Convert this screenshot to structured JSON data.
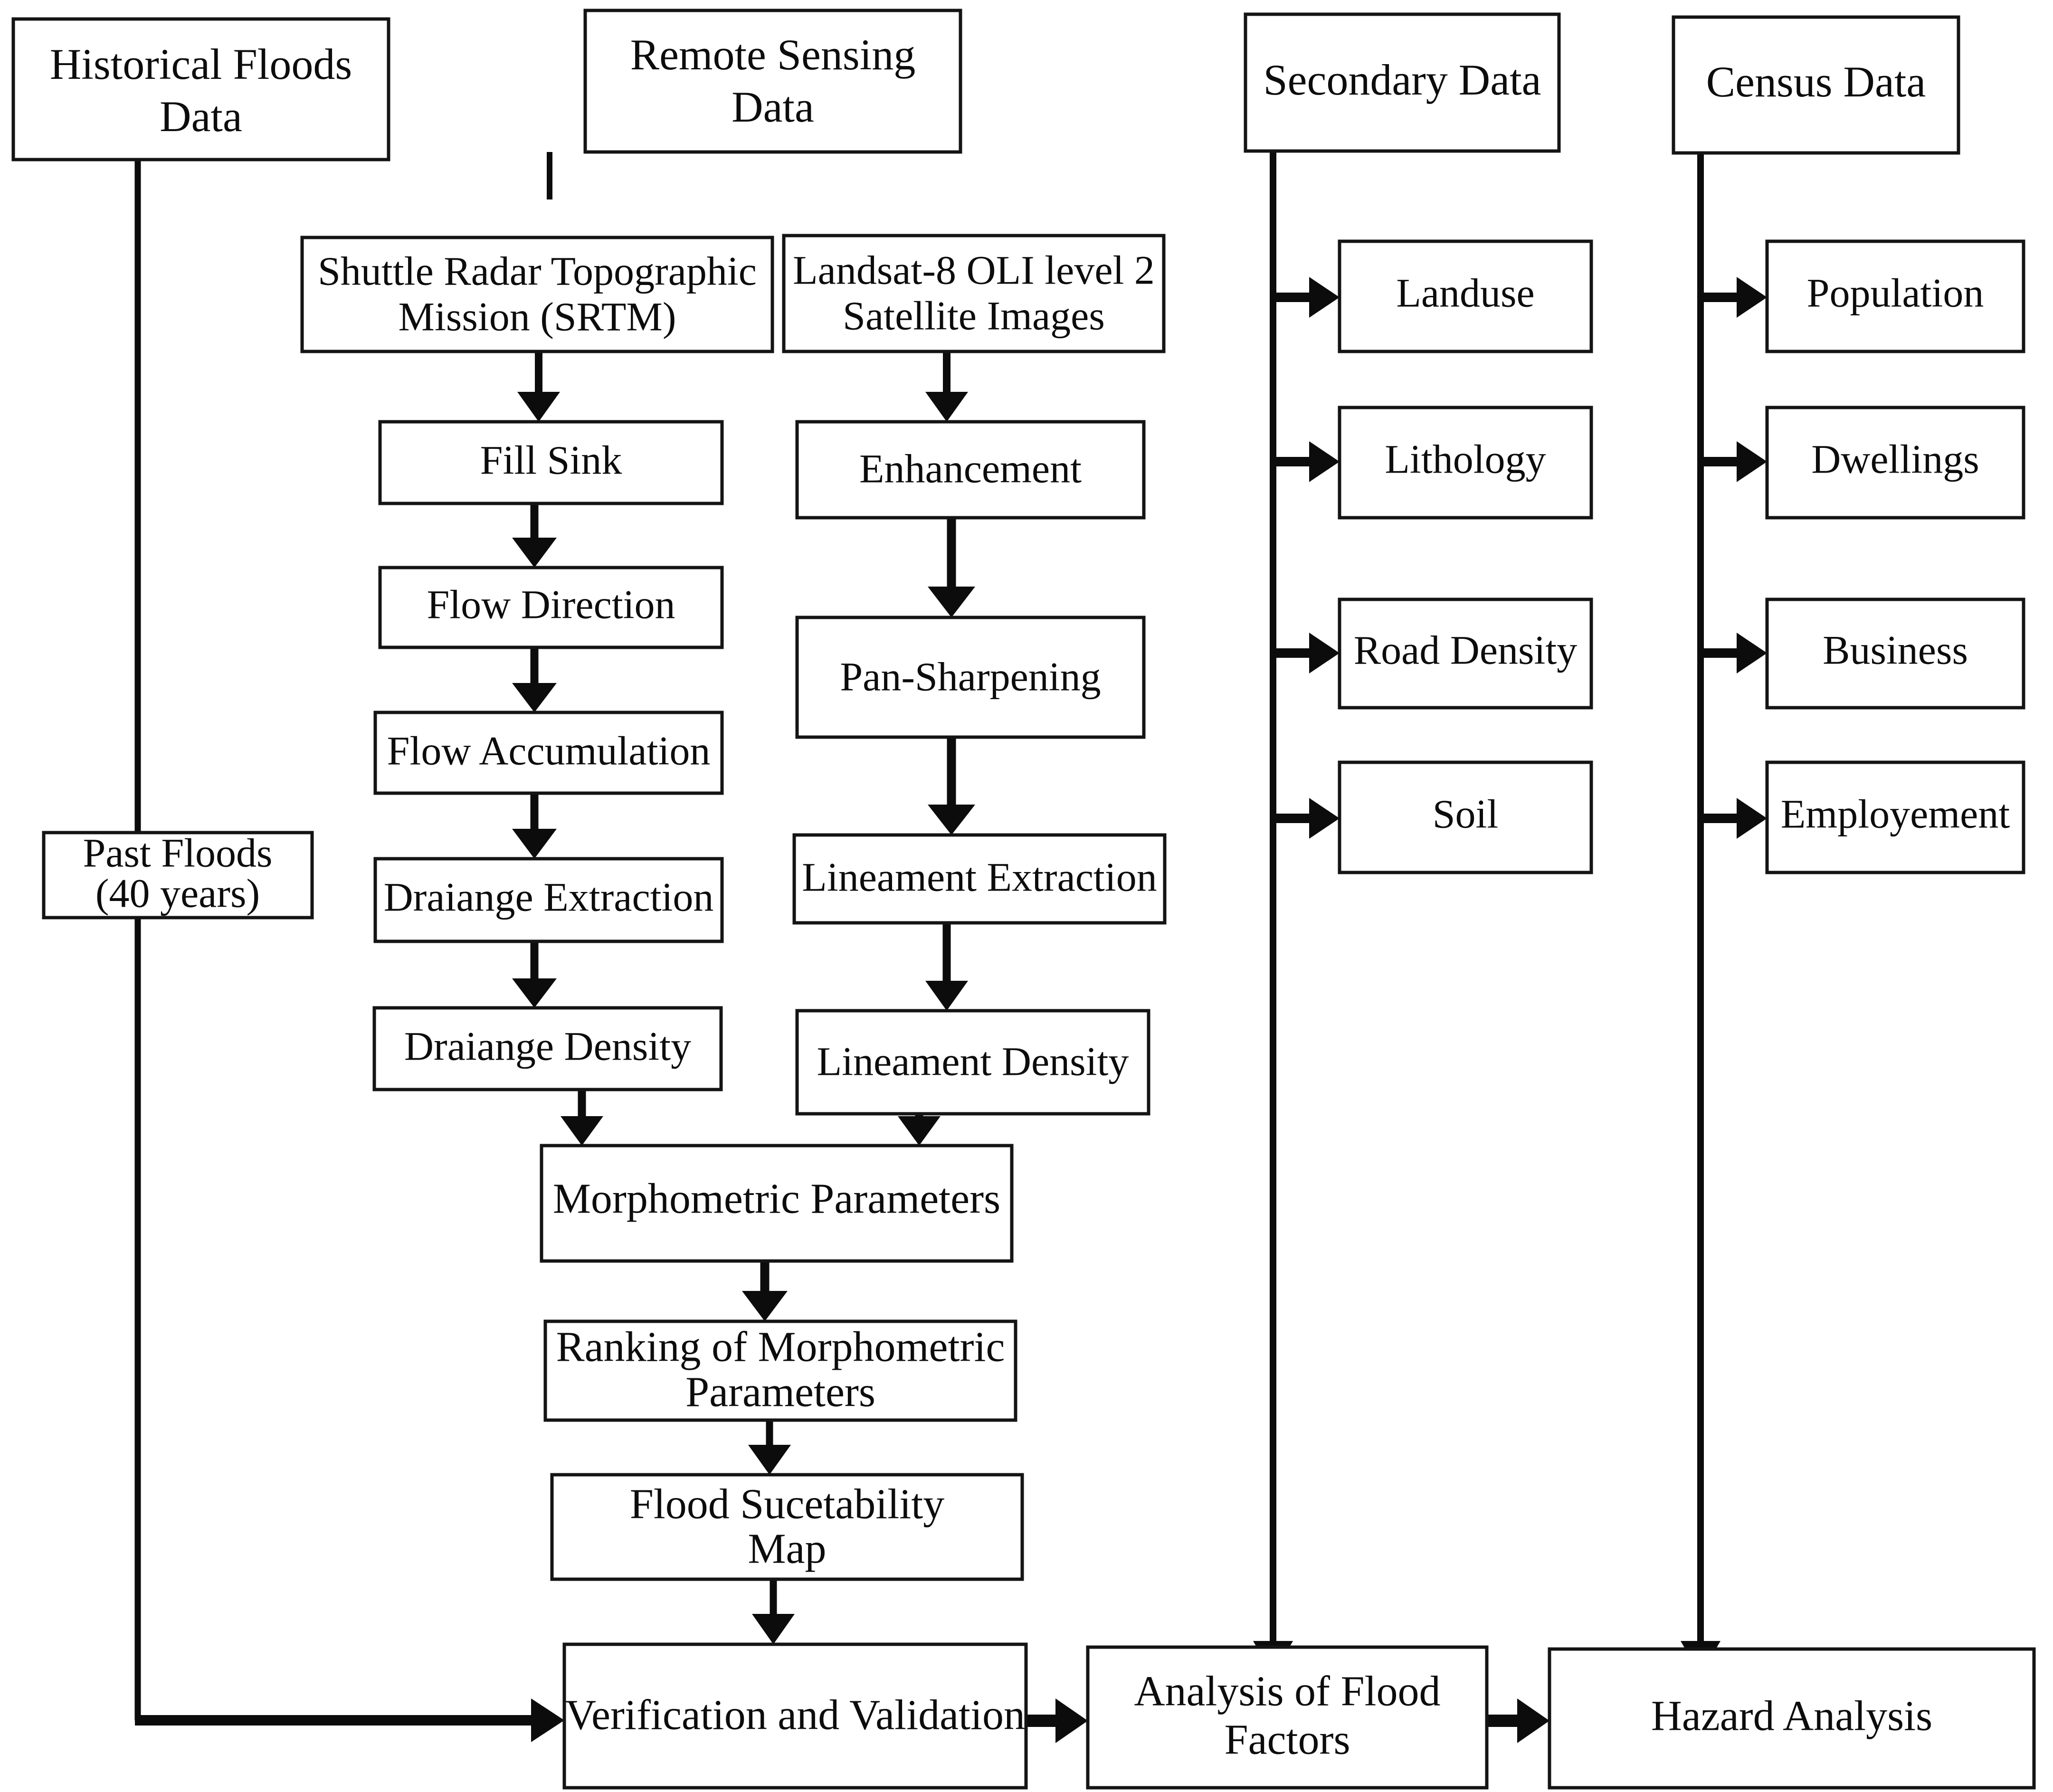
{
  "diagram": {
    "title": "Flood hazard analysis methodology flowchart",
    "colors": {
      "box_stroke": "#141414",
      "box_fill": "#ffffff",
      "line": "#0c0c0c",
      "text": "#0c0c0c"
    },
    "nodes": {
      "historical_floods_data": "Historical Floods\nData",
      "remote_sensing_data": "Remote Sensing\nData",
      "secondary_data": "Secondary Data",
      "census_data": "Census Data",
      "srtm": "Shuttle Radar Topographic\nMission (SRTM)",
      "landsat": "Landsat-8 OLI level 2\nSatellite Images",
      "fill_sink": "Fill Sink",
      "flow_direction": "Flow Direction",
      "flow_accumulation": "Flow Accumulation",
      "drainage_extraction": "Draiange Extraction",
      "drainage_density": "Draiange Density",
      "enhancement": "Enhancement",
      "pan_sharpening": "Pan-Sharpening",
      "lineament_extraction": "Lineament Extraction",
      "lineament_density": "Lineament Density",
      "landuse": "Landuse",
      "lithology": "Lithology",
      "road_density": "Road Density",
      "soil": "Soil",
      "population": "Population",
      "dwellings": "Dwellings",
      "business": "Business",
      "employment": "Employement",
      "past_floods": "Past Floods\n(40 years)",
      "morphometric_parameters": "Morphometric Parameters",
      "ranking_of_morphometric_parameters": "Ranking of Morphometric\nParameters",
      "flood_suitability_map": "Flood Sucetability\nMap",
      "verification_and_validation": "Verification and Validation",
      "analysis_of_flood_factors": "Analysis of Flood\nFactors",
      "hazard_analysis": "Hazard Analysis"
    },
    "node_lines": {
      "historical_floods_data": [
        "Historical Floods",
        "Data"
      ],
      "remote_sensing_data": [
        "Remote Sensing",
        "Data"
      ],
      "secondary_data": [
        "Secondary Data"
      ],
      "census_data": [
        "Census Data"
      ],
      "srtm": [
        "Shuttle Radar Topographic",
        "Mission (SRTM)"
      ],
      "landsat": [
        "Landsat-8 OLI level 2",
        "Satellite Images"
      ],
      "fill_sink": [
        "Fill Sink"
      ],
      "flow_direction": [
        "Flow Direction"
      ],
      "flow_accumulation": [
        "Flow Accumulation"
      ],
      "drainage_extraction": [
        "Draiange Extraction"
      ],
      "drainage_density": [
        "Draiange Density"
      ],
      "enhancement": [
        "Enhancement"
      ],
      "pan_sharpening": [
        "Pan-Sharpening"
      ],
      "lineament_extraction": [
        "Lineament Extraction"
      ],
      "lineament_density": [
        "Lineament Density"
      ],
      "landuse": [
        "Landuse"
      ],
      "lithology": [
        "Lithology"
      ],
      "road_density": [
        "Road Density"
      ],
      "soil": [
        "Soil"
      ],
      "population": [
        "Population"
      ],
      "dwellings": [
        "Dwellings"
      ],
      "business": [
        "Business"
      ],
      "employment": [
        "Employement"
      ],
      "past_floods": [
        "Past Floods",
        "(40 years)"
      ],
      "morphometric_parameters": [
        "Morphometric Parameters"
      ],
      "ranking_of_morphometric_parameters": [
        "Ranking of Morphometric",
        "Parameters"
      ],
      "flood_suitability_map": [
        "Flood Sucetability",
        "Map"
      ],
      "verification_and_validation": [
        "Verification and Validation"
      ],
      "analysis_of_flood_factors": [
        "Analysis of Flood",
        "Factors"
      ],
      "hazard_analysis": [
        "Hazard Analysis"
      ]
    },
    "edges": [
      {
        "from": "historical_floods_data",
        "to": "past_floods"
      },
      {
        "from": "past_floods",
        "to": "verification_and_validation"
      },
      {
        "from": "remote_sensing_data",
        "to": "srtm"
      },
      {
        "from": "remote_sensing_data",
        "to": "landsat"
      },
      {
        "from": "srtm",
        "to": "fill_sink"
      },
      {
        "from": "fill_sink",
        "to": "flow_direction"
      },
      {
        "from": "flow_direction",
        "to": "flow_accumulation"
      },
      {
        "from": "flow_accumulation",
        "to": "drainage_extraction"
      },
      {
        "from": "drainage_extraction",
        "to": "drainage_density"
      },
      {
        "from": "drainage_density",
        "to": "morphometric_parameters"
      },
      {
        "from": "landsat",
        "to": "enhancement"
      },
      {
        "from": "enhancement",
        "to": "pan_sharpening"
      },
      {
        "from": "pan_sharpening",
        "to": "lineament_extraction"
      },
      {
        "from": "lineament_extraction",
        "to": "lineament_density"
      },
      {
        "from": "lineament_density",
        "to": "morphometric_parameters"
      },
      {
        "from": "morphometric_parameters",
        "to": "ranking_of_morphometric_parameters"
      },
      {
        "from": "ranking_of_morphometric_parameters",
        "to": "flood_suitability_map"
      },
      {
        "from": "flood_suitability_map",
        "to": "verification_and_validation"
      },
      {
        "from": "verification_and_validation",
        "to": "analysis_of_flood_factors"
      },
      {
        "from": "analysis_of_flood_factors",
        "to": "hazard_analysis"
      },
      {
        "from": "secondary_data",
        "to": "landuse"
      },
      {
        "from": "secondary_data",
        "to": "lithology"
      },
      {
        "from": "secondary_data",
        "to": "road_density"
      },
      {
        "from": "secondary_data",
        "to": "soil"
      },
      {
        "from": "secondary_data",
        "to": "analysis_of_flood_factors"
      },
      {
        "from": "census_data",
        "to": "population"
      },
      {
        "from": "census_data",
        "to": "dwellings"
      },
      {
        "from": "census_data",
        "to": "business"
      },
      {
        "from": "census_data",
        "to": "employment"
      },
      {
        "from": "census_data",
        "to": "hazard_analysis"
      }
    ]
  }
}
